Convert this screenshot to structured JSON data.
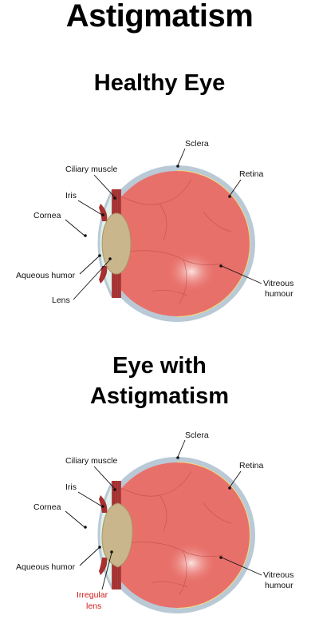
{
  "title": "Astigmatism",
  "healthy": {
    "heading": "Healthy Eye",
    "labels": {
      "sclera": "Sclera",
      "ciliary_muscle": "Ciliary muscle",
      "retina": "Retina",
      "iris": "Iris",
      "cornea": "Cornea",
      "aqueous_humor": "Aqueous humor",
      "lens": "Lens",
      "vitreous_1": "Vitreous",
      "vitreous_2": "humour"
    }
  },
  "astigmatism": {
    "heading_line1": "Eye with",
    "heading_line2": "Astigmatism",
    "labels": {
      "sclera": "Sclera",
      "ciliary_muscle": "Ciliary muscle",
      "retina": "Retina",
      "iris": "Iris",
      "cornea": "Cornea",
      "aqueous_humor": "Aqueous humor",
      "irregular_lens_1": "Irregular",
      "irregular_lens_2": "lens",
      "vitreous_1": "Vitreous",
      "vitreous_2": "humour"
    }
  },
  "colors": {
    "vitreous": "#e8706a",
    "sclera": "#b9c9d6",
    "retina": "#f4dc78",
    "cornea": "#dff1ea",
    "lens": "#c9b68c",
    "ciliary": "#b13a3a",
    "label_red": "#d01818"
  }
}
